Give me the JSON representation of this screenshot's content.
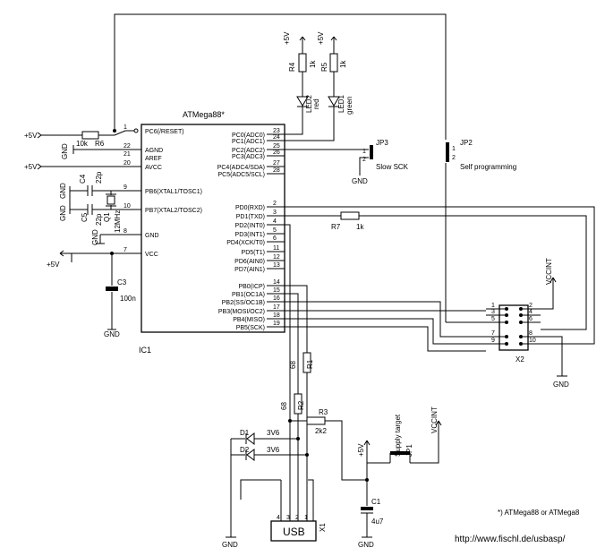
{
  "ic1": {
    "part": "ATMega88*",
    "ref": "IC1",
    "left_pins": [
      {
        "num": "1",
        "name": "PC6(/RESET)"
      },
      {
        "num": "22",
        "name": "AGND"
      },
      {
        "num": "21",
        "name": "AREF"
      },
      {
        "num": "20",
        "name": "AVCC"
      },
      {
        "num": "9",
        "name": "PB6(XTAL1/TOSC1)"
      },
      {
        "num": "10",
        "name": "PB7(XTAL2/TOSC2)"
      },
      {
        "num": "8",
        "name": "GND"
      },
      {
        "num": "7",
        "name": "VCC"
      }
    ],
    "right_pins": [
      {
        "num": "23",
        "name": "PC0(ADC0)"
      },
      {
        "num": "24",
        "name": "PC1(ADC1)"
      },
      {
        "num": "25",
        "name": "PC2(ADC2)"
      },
      {
        "num": "26",
        "name": "PC3(ADC3)"
      },
      {
        "num": "27",
        "name": "PC4(ADC4/SDA)"
      },
      {
        "num": "28",
        "name": "PC5(ADC5/SCL)"
      },
      {
        "num": "2",
        "name": "PD0(RXD)"
      },
      {
        "num": "3",
        "name": "PD1(TXD)"
      },
      {
        "num": "4",
        "name": "PD2(INT0)"
      },
      {
        "num": "5",
        "name": "PD3(INT1)"
      },
      {
        "num": "6",
        "name": "PD4(XCK/T0)"
      },
      {
        "num": "11",
        "name": "PD5(T1)"
      },
      {
        "num": "12",
        "name": "PD6(AIN0)"
      },
      {
        "num": "13",
        "name": "PD7(AIN1)"
      },
      {
        "num": "14",
        "name": "PB0(ICP)"
      },
      {
        "num": "15",
        "name": "PB1(OC1A)"
      },
      {
        "num": "16",
        "name": "PB2(SS/OC1B)"
      },
      {
        "num": "17",
        "name": "PB3(MOSI/OC2)"
      },
      {
        "num": "18",
        "name": "PB4(MISO)"
      },
      {
        "num": "19",
        "name": "PB5(SCK)"
      }
    ]
  },
  "power": {
    "plus5v": "+5V",
    "gnd": "GND",
    "vccint": "VCCINT"
  },
  "resistors": {
    "r1": {
      "ref": "R1",
      "value": "68"
    },
    "r2": {
      "ref": "R2",
      "value": "68"
    },
    "r3": {
      "ref": "R3",
      "value": "2k2"
    },
    "r4": {
      "ref": "R4",
      "value": "1k"
    },
    "r5": {
      "ref": "R5",
      "value": "1k"
    },
    "r6": {
      "ref": "R6",
      "value": "10k"
    },
    "r7": {
      "ref": "R7",
      "value": "1k"
    }
  },
  "capacitors": {
    "c1": {
      "ref": "C1",
      "value": "4u7"
    },
    "c3": {
      "ref": "C3",
      "value": "100n"
    },
    "c4": {
      "ref": "C4",
      "value": "22p"
    },
    "c5": {
      "ref": "C5",
      "value": "22p"
    }
  },
  "crystal": {
    "ref": "Q1",
    "value": "12MHz"
  },
  "leds": {
    "led1": {
      "ref": "LED1",
      "color": "green"
    },
    "led2": {
      "ref": "LED2",
      "color": "red"
    }
  },
  "diodes": {
    "d1": {
      "ref": "D1",
      "value": "3V6"
    },
    "d2": {
      "ref": "D2",
      "value": "3V6"
    }
  },
  "jumpers": {
    "jp1": {
      "ref": "JP1",
      "label": "Supply target"
    },
    "jp2": {
      "ref": "JP2",
      "label": "Self programming"
    },
    "jp3": {
      "ref": "JP3",
      "label": "Slow SCK"
    }
  },
  "connector_x2": {
    "ref": "X2",
    "odd_pins": [
      "1",
      "3",
      "5",
      "7",
      "9"
    ],
    "even_pins": [
      "2",
      "4",
      "6",
      "8",
      "10"
    ]
  },
  "usb": {
    "label": "USB",
    "ref": "X1",
    "pins": [
      "1",
      "2",
      "3",
      "4"
    ]
  },
  "footnote": "*) ATMega88 or ATMega8",
  "url": "http://www.fischl.de/usbasp/"
}
